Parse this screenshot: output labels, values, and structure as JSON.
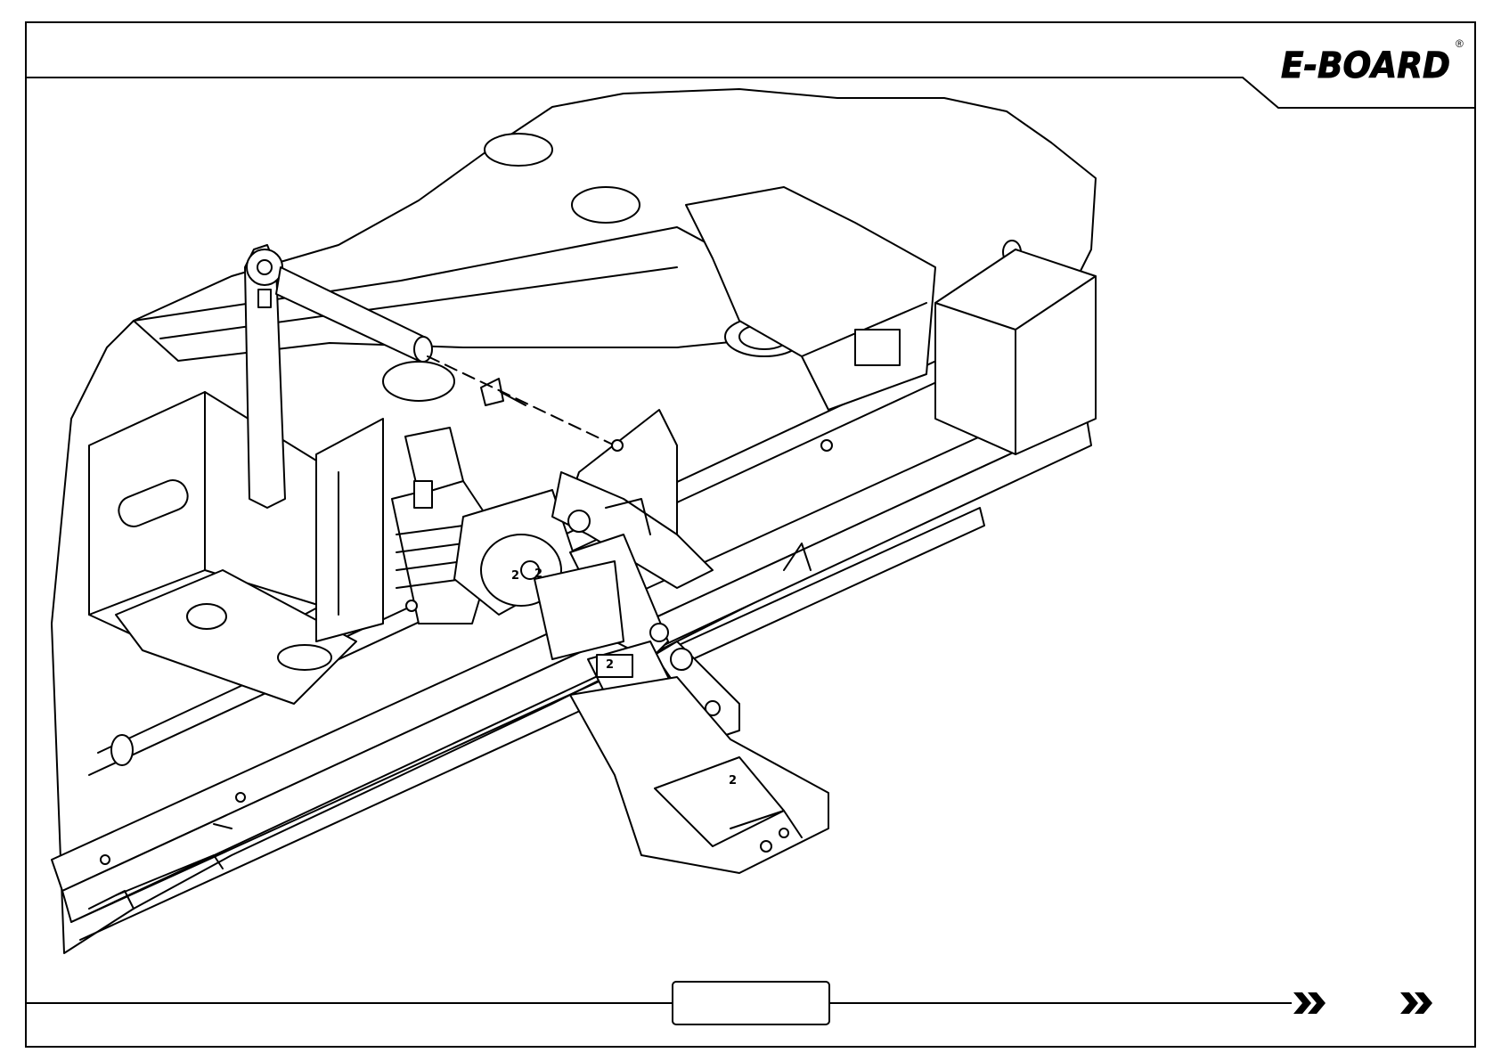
{
  "header": {
    "logo": "E-BOARD",
    "logo_mark": "®"
  },
  "footer": {
    "page_box": "",
    "nav_icons": [
      "double-chevron-right-icon",
      "double-chevron-right-icon"
    ]
  },
  "illustration": {
    "callouts": [
      "2",
      "2",
      "2",
      "2"
    ],
    "colors": {
      "line": "#000000",
      "background": "#ffffff",
      "fill": "#ffffff"
    }
  }
}
